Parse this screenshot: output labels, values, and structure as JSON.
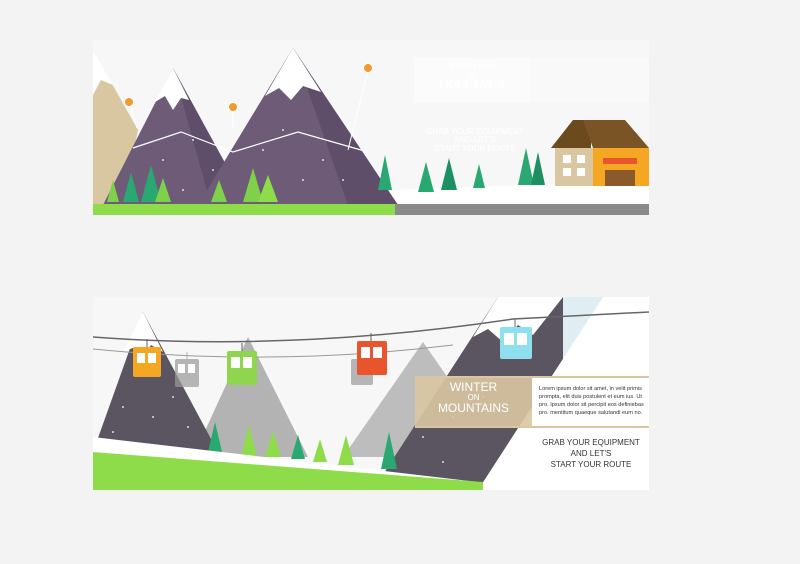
{
  "banner_top": {
    "title_line1": "WINTER",
    "title_line2": "ON",
    "title_line3": "MOUNTAINS",
    "cta_line1": "GRAB YOUR EQUIPMENT",
    "cta_line2": "AND LET'S",
    "cta_line3": "START YOUR ROUTE"
  },
  "banner_bottom": {
    "title_line1": "WINTER",
    "title_line2": "ON",
    "title_line3": "MOUNTAINS",
    "body_line1": "Lorem ipsum dolor sit amet, in velit primis",
    "body_line2": "prompta, elit duis postulent et eum ius. Ut",
    "body_line3": "pro. Ipsum dolor sit percipit eos definiebas",
    "body_line4": "pro. mentitum quaeque salutandi eum no.",
    "cta_line1": "GRAB YOUR EQUIPMENT",
    "cta_line2": "AND LET'S",
    "cta_line3": "START YOUR ROUTE"
  },
  "colors": {
    "purple_mountain": "#6d5b78",
    "dark_mountain": "#5a5560",
    "grey_mountain": "#b3b3b3",
    "green": "#8fdc4a",
    "tree": "#2aa871",
    "beige": "#d9c7a2",
    "orange": "#f39a2c",
    "cabin_orange": "#f5a623",
    "cabin_green": "#8fd64e",
    "cabin_red": "#e8552c",
    "cabin_cyan": "#8fe0ee"
  }
}
